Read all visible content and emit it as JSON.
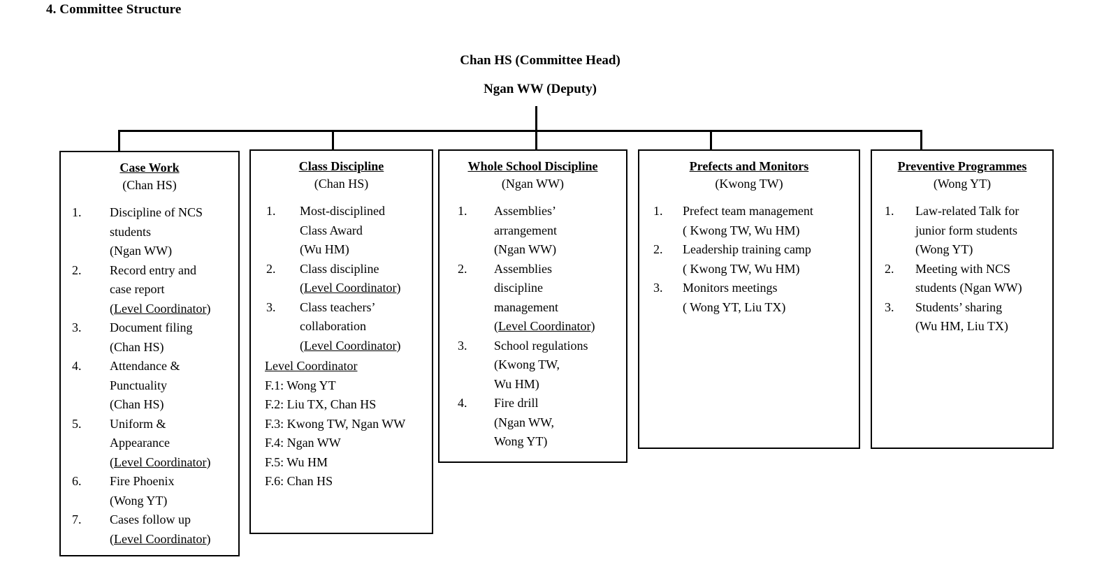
{
  "section": {
    "title": "4. Committee Structure"
  },
  "header": {
    "head": "Chan HS (Committee Head)",
    "deputy": "Ngan WW (Deputy)"
  },
  "chart_data": {
    "type": "diagram",
    "diagram_type": "organizational-chart",
    "root": [
      "Chan HS (Committee Head)",
      "Ngan WW (Deputy)"
    ],
    "branch_count": 5
  },
  "boxes": [
    {
      "title": "Case Work",
      "owner": "(Chan HS)",
      "items": [
        {
          "num": "1.",
          "text": "Discipline of NCS\nstudents\n(Ngan WW)"
        },
        {
          "num": "2.",
          "text": "Record entry and\ncase report",
          "tail_open": "(",
          "tail_underline": "Level Coordinator",
          "tail_close": ")"
        },
        {
          "num": "3.",
          "text": "Document filing\n(Chan HS)"
        },
        {
          "num": "4.",
          "text": "Attendance &\nPunctuality\n(Chan HS)"
        },
        {
          "num": "5.",
          "text": "Uniform &\nAppearance",
          "tail_open": "(",
          "tail_underline": "Level Coordinator",
          "tail_close": ")"
        },
        {
          "num": "6.",
          "text": "Fire Phoenix\n(Wong YT)"
        },
        {
          "num": "7.",
          "text": "Cases follow up",
          "tail_open": "(",
          "tail_underline": "Level Coordinator",
          "tail_close": ")"
        }
      ]
    },
    {
      "title": "Class Discipline",
      "owner": "(Chan HS)",
      "items": [
        {
          "num": "1.",
          "text": "Most-disciplined\nClass Award\n(Wu HM)"
        },
        {
          "num": "2.",
          "text": "Class discipline",
          "tail_open": "(",
          "tail_underline": "Level Coordinator",
          "tail_close": ")"
        },
        {
          "num": "3.",
          "text": "Class teachers’\ncollaboration",
          "tail_open": "(",
          "tail_underline": "Level Coordinator",
          "tail_close": ")"
        }
      ],
      "subblock": {
        "title": "Level Coordinator",
        "lines": [
          "F.1: Wong YT",
          "F.2: Liu TX, Chan HS",
          "F.3: Kwong TW, Ngan WW",
          "F.4: Ngan WW",
          "F.5: Wu HM",
          "F.6: Chan HS"
        ]
      }
    },
    {
      "title": "Whole School Discipline",
      "owner": "(Ngan WW)",
      "items": [
        {
          "num": "1.",
          "text": "Assemblies’\narrangement\n(Ngan WW)"
        },
        {
          "num": "2.",
          "text": "Assemblies\ndiscipline\nmanagement",
          "tail_open": "(",
          "tail_underline": "Level Coordinator",
          "tail_close": ")"
        },
        {
          "num": "3.",
          "text": "School regulations\n(Kwong TW,\n Wu HM)"
        },
        {
          "num": "4.",
          "text": "Fire drill\n(Ngan WW,\n Wong YT)"
        }
      ]
    },
    {
      "title": "Prefects and Monitors",
      "owner": "(Kwong TW)",
      "items": [
        {
          "num": "1.",
          "text": "Prefect team management\n( Kwong TW, Wu HM)"
        },
        {
          "num": "2.",
          "text": "Leadership training camp\n ( Kwong TW, Wu HM)"
        },
        {
          "num": "3.",
          "text": "Monitors meetings\n( Wong YT, Liu TX)"
        }
      ]
    },
    {
      "title": "Preventive Programmes",
      "owner": "(Wong YT)",
      "items": [
        {
          "num": "1.",
          "text": "Law-related Talk for\njunior form students\n(Wong YT)"
        },
        {
          "num": "2.",
          "text": "Meeting with NCS\nstudents (Ngan WW)"
        },
        {
          "num": "3.",
          "text": "Students’ sharing\n(Wu HM, Liu TX)"
        }
      ]
    }
  ]
}
